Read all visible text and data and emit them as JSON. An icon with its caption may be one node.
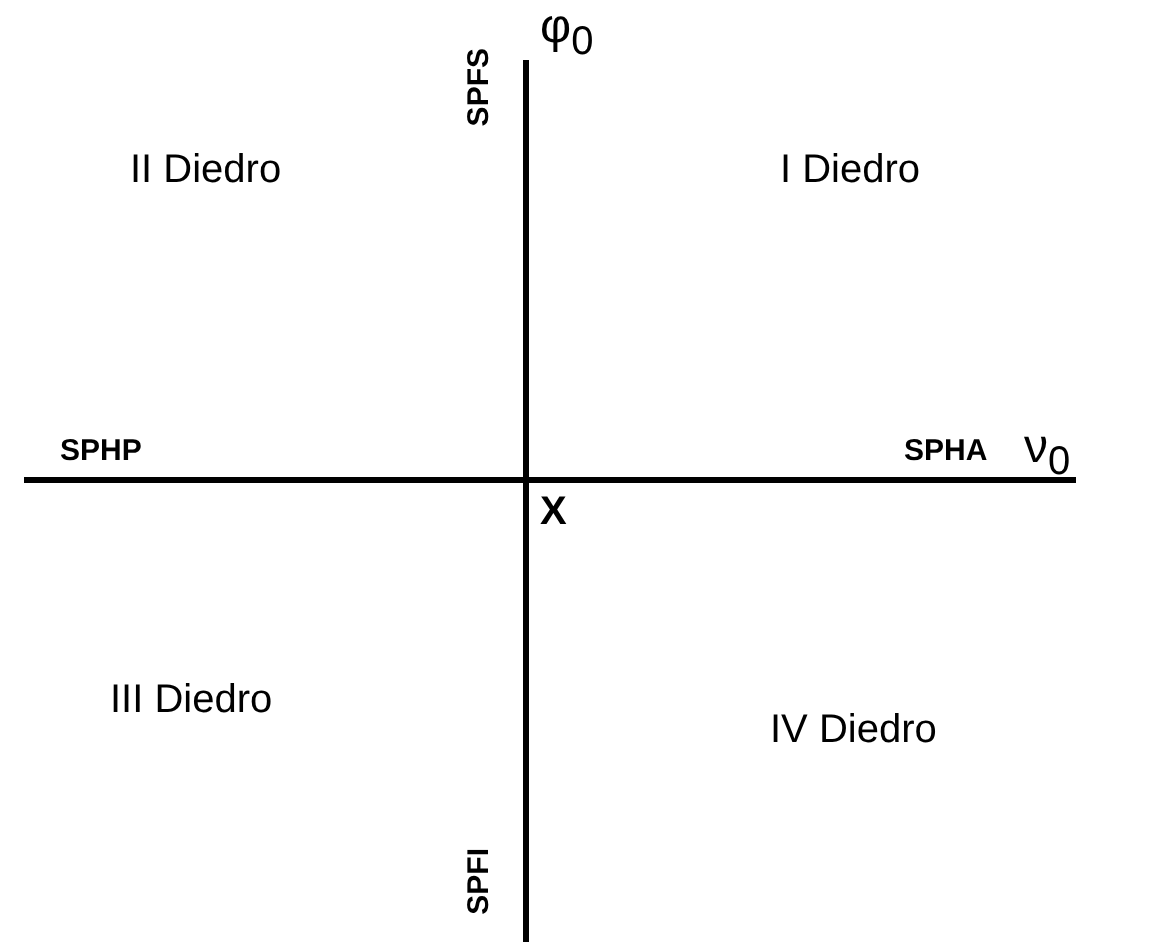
{
  "diagram": {
    "labels": [
      "φ$_{0}$",
      "SPFS",
      "II Diedro",
      "I Diedro",
      "SPHP",
      "SPHA",
      "ν$_{0}$",
      "X",
      "III Diedro",
      "IV Diedro",
      "SPFI"
    ]
  }
}
